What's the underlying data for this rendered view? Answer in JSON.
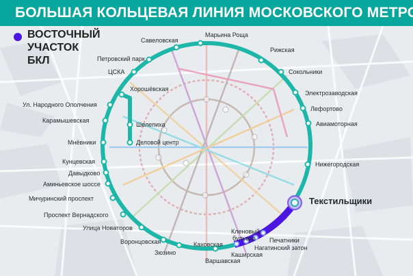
{
  "title": "БОЛЬШАЯ КОЛЬЦЕВАЯ ЛИНИЯ МОСКОВСКОГО МЕТРО",
  "legend": {
    "line1": "ВОСТОЧНЫЙ",
    "line2": "УЧАСТОК",
    "line3": "БКЛ"
  },
  "colors": {
    "ring": "#1eb6a8",
    "header": "#08a79d",
    "eastern_section": "#4b16e0",
    "background": "#e9ecef"
  },
  "stations": {
    "savelovskaya": "Савеловская",
    "maryina_roshcha": "Марьина Роща",
    "petrovsky_park": "Петровский парк",
    "rizhskaya": "Рижская",
    "cska": "ЦСКА",
    "sokolniki": "Сокольники",
    "khoroshevskaya": "Хорошёвская",
    "elektrozavodskaya": "Электрозаводская",
    "lefortovo": "Лефортово",
    "narodnogo_opolcheniya": "Ул. Народного Ополчения",
    "shelepikha": "Шелепиха",
    "karamyshevskaya": "Карамышевская",
    "aviamotornaya": "Авиамоторная",
    "delovoy_tsentr": "Деловой центр",
    "mnevniki": "Мнёвники",
    "kuntsevskaya": "Кунцевская",
    "nizhegorodskaya": "Нижегородская",
    "davydkovo": "Давыдково",
    "aminyevskoye": "Аминьевское шоссе",
    "michurinsky": "Мичуринский проспект",
    "tekstilshchiki": "Текстильщики",
    "vernadskogo": "Проспект Вернадского",
    "novatorov": "Улица Новаторов",
    "klenovy_bulvar_1": "Кленовый",
    "klenovy_bulvar_2": "бульвар",
    "pechatniki": "Печатники",
    "vorontsovskaya": "Воронцовская",
    "kakhovskaya": "Каховская",
    "nagatinsky_zaton": "Нагатинский затон",
    "zyuzino": "Зюзино",
    "kashirskaya": "Каширская",
    "varshavskaya": "Варшавская"
  }
}
